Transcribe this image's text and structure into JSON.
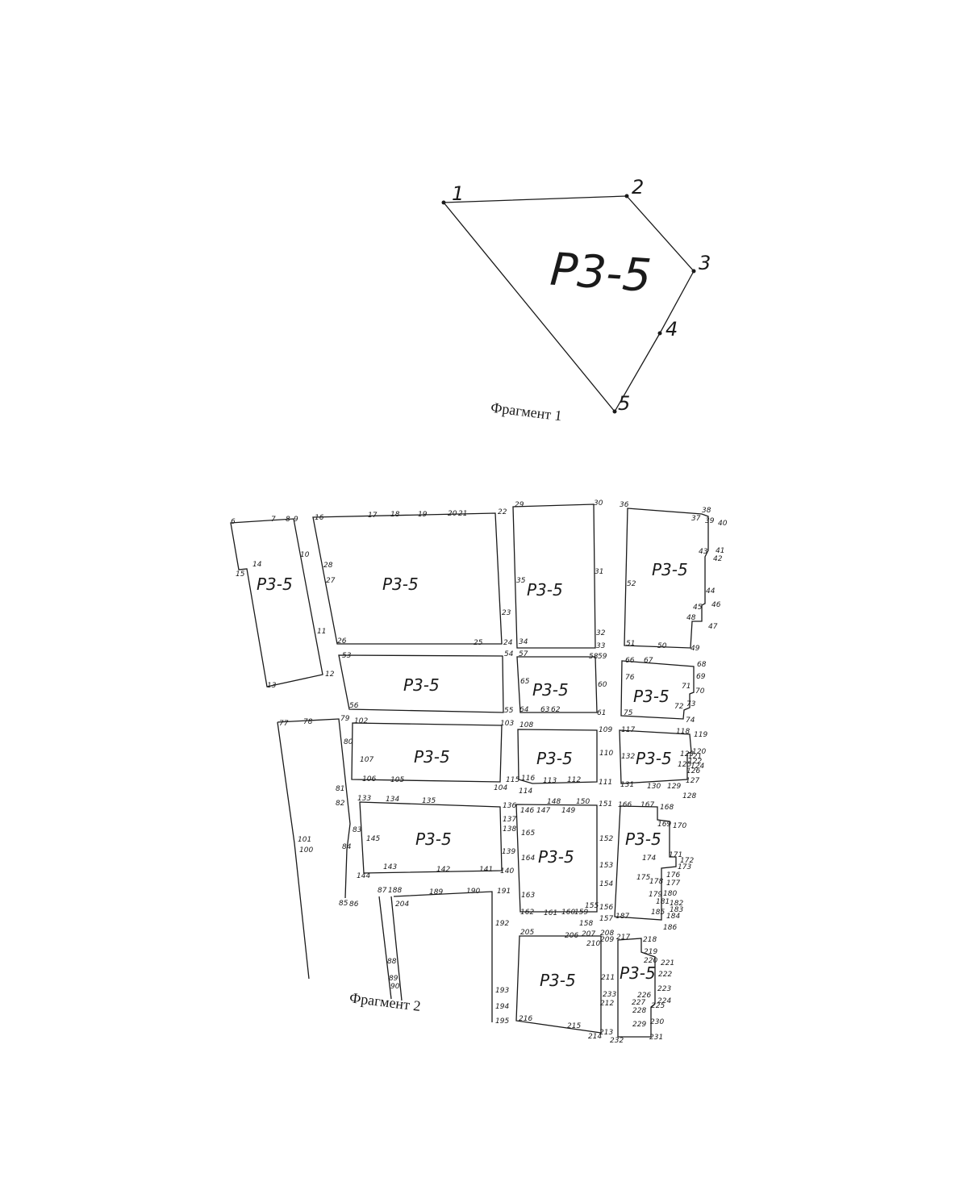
{
  "fragment1": {
    "caption": "Фрагмент 1",
    "zone_label": "Р3-5",
    "vertex_labels": [
      "1",
      "2",
      "3",
      "4",
      "5"
    ]
  },
  "fragment2": {
    "caption": "Фрагмент 2",
    "zone_label": "Р3-5",
    "vertex_labels": [
      "6",
      "7",
      "8",
      "9",
      "10",
      "11",
      "12",
      "13",
      "14",
      "15",
      "16",
      "17",
      "18",
      "19",
      "20",
      "21",
      "22",
      "23",
      "24",
      "25",
      "26",
      "27",
      "28",
      "29",
      "30",
      "31",
      "32",
      "33",
      "34",
      "35",
      "36",
      "37",
      "38",
      "39",
      "40",
      "41",
      "42",
      "43",
      "44",
      "45",
      "46",
      "47",
      "48",
      "49",
      "50",
      "51",
      "52",
      "53",
      "54",
      "55",
      "56",
      "57",
      "58",
      "59",
      "60",
      "61",
      "62",
      "63",
      "64",
      "65",
      "66",
      "67",
      "68",
      "69",
      "70",
      "71",
      "72",
      "73",
      "74",
      "75",
      "76",
      "77",
      "78",
      "79",
      "80",
      "81",
      "82",
      "83",
      "84",
      "85",
      "86",
      "87",
      "88",
      "89",
      "90",
      "100",
      "101",
      "102",
      "103",
      "104",
      "105",
      "106",
      "107",
      "108",
      "109",
      "110",
      "111",
      "112",
      "113",
      "114",
      "115",
      "116",
      "117",
      "118",
      "119",
      "120",
      "121",
      "122",
      "123",
      "124",
      "125",
      "126",
      "127",
      "128",
      "129",
      "130",
      "131",
      "132",
      "133",
      "134",
      "135",
      "136",
      "137",
      "138",
      "139",
      "140",
      "141",
      "142",
      "143",
      "144",
      "145",
      "146",
      "147",
      "148",
      "149",
      "150",
      "151",
      "152",
      "153",
      "154",
      "155",
      "156",
      "157",
      "158",
      "159",
      "160",
      "161",
      "162",
      "163",
      "164",
      "165",
      "166",
      "167",
      "168",
      "169",
      "170",
      "171",
      "172",
      "173",
      "174",
      "175",
      "176",
      "177",
      "178",
      "179",
      "180",
      "181",
      "182",
      "183",
      "184",
      "185",
      "186",
      "187",
      "188",
      "189",
      "190",
      "191",
      "192",
      "193",
      "194",
      "195",
      "204",
      "205",
      "206",
      "207",
      "208",
      "209",
      "210",
      "211",
      "212",
      "213",
      "214",
      "215",
      "216",
      "217",
      "218",
      "219",
      "220",
      "221",
      "222",
      "223",
      "224",
      "225",
      "226",
      "227",
      "228",
      "229",
      "230",
      "231",
      "232",
      "233"
    ]
  }
}
